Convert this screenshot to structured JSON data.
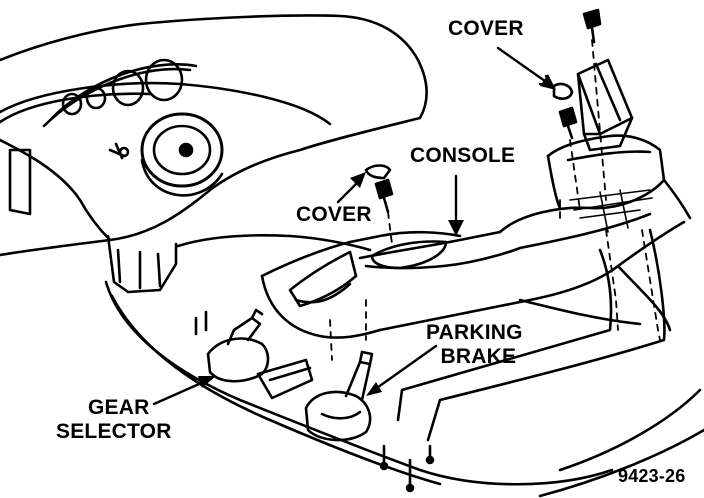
{
  "labels": {
    "cover_top": "COVER",
    "console": "CONSOLE",
    "cover_left": "COVER",
    "parking_brake_1": "PARKING",
    "parking_brake_2": "BRAKE",
    "gear_selector_1": "GEAR",
    "gear_selector_2": "SELECTOR"
  },
  "figure_id": "9423-26",
  "colors": {
    "ink": "#000000",
    "paper": "#ffffff"
  }
}
